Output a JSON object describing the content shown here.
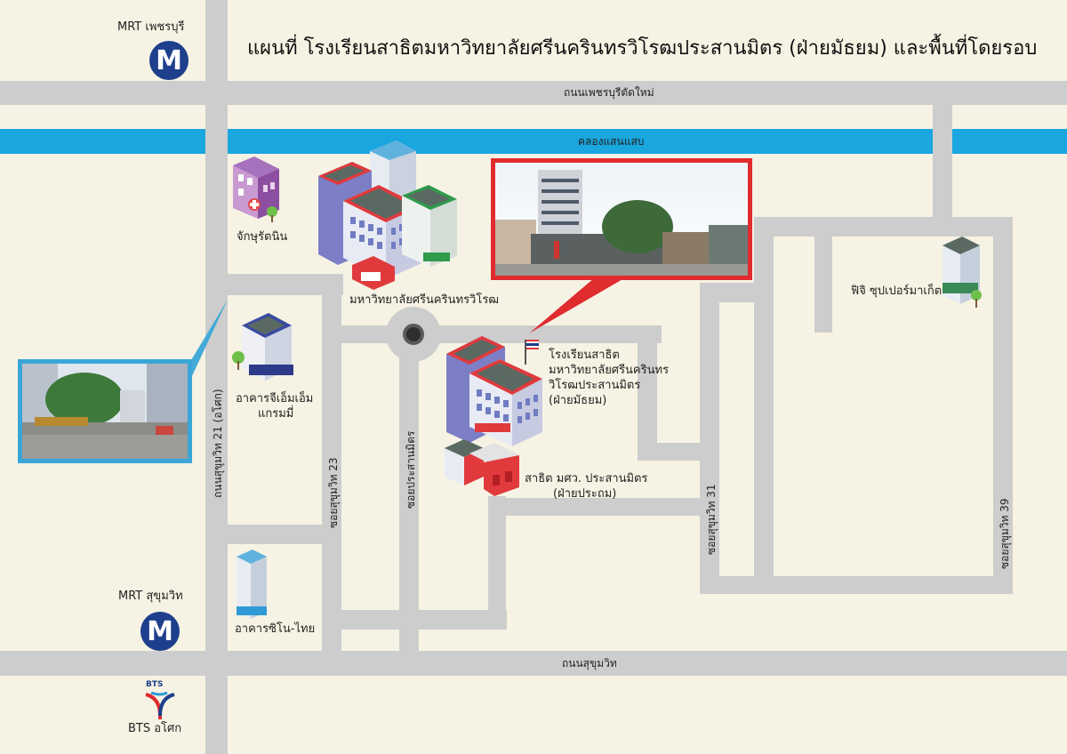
{
  "title": "แผนที่ โรงเรียนสาธิตมหาวิทยาลัยศรีนครินทรวิโรฒประสานมิตร (ฝ่ายมัธยม) และพื้นที่โดยรอบ",
  "roads": {
    "petchaburi": "ถนนเพชรบุรีตัดใหม่",
    "canal": "คลองแสนแสบ",
    "sukhumvit": "ถนนสุขุมวิท",
    "sukhumvit21": "ถนนสุขุมวิท 21 (อโศก)",
    "soi23": "ซอยสุขุมวิท 23",
    "prasanmit": "ซอยประสานมิตร",
    "soi31": "ซอยสุขุมวิท 31",
    "soi39": "ซอยสุขุมวิท 39"
  },
  "stations": {
    "mrt_petchaburi": "MRT เพชรบุรี",
    "mrt_sukhumvit": "MRT สุขุมวิท",
    "bts_asok": "BTS อโศก",
    "mrt_letter": "M",
    "bts_letter": "BTS"
  },
  "places": {
    "jakrutanin": "จักษุรัตนิน",
    "university": "มหาวิทยาลัยศรีนครินทรวิโรฒ",
    "gmm": [
      "อาคารจีเอ็มเอ็ม",
      "แกรมมี่"
    ],
    "sino_thai": "อาคารซิโน-ไทย",
    "school": [
      "โรงเรียนสาธิต",
      "มหาวิทยาลัยศรีนครินทร",
      "วิโรฒประสานมิตร",
      "(ฝ่ายมัธยม)"
    ],
    "primary": [
      "สาธิต มศว. ประสานมิตร",
      "(ฝ่ายประถม)"
    ],
    "fuji": "ฟิจิ ซุปเปอร์มาเก็ต"
  },
  "colors": {
    "background": "#f6f3e4",
    "road": "#cdcdcd",
    "canal": "#1aa6de",
    "mrt": "#1d3f8c",
    "photo_red_frame": "#e02b2f",
    "photo_blue_frame": "#3aa6d8"
  }
}
